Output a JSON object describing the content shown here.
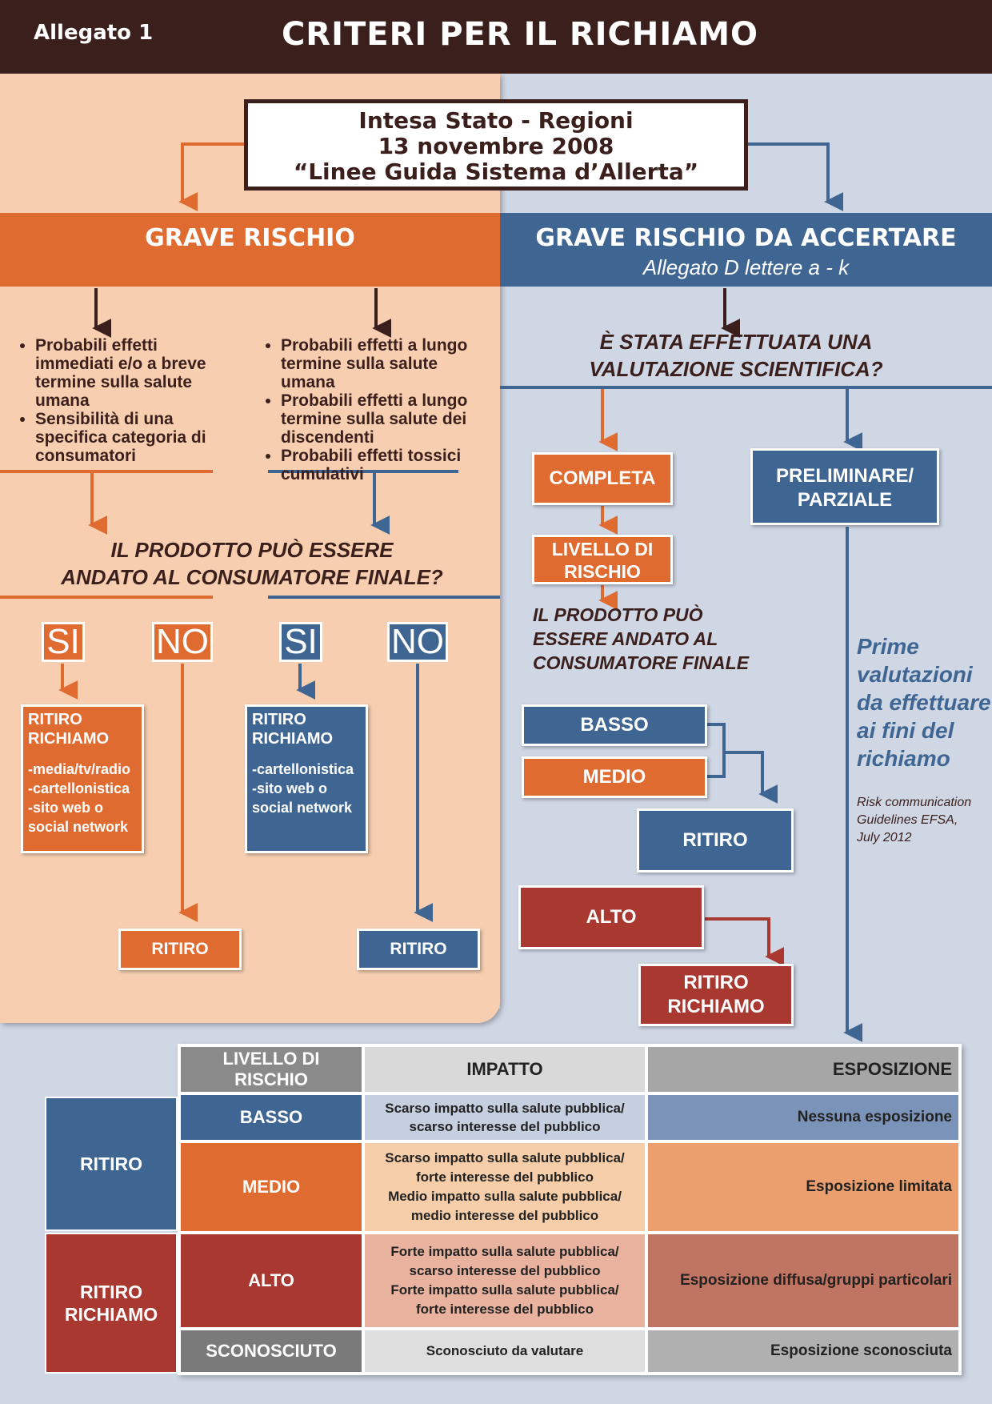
{
  "header": {
    "label": "Allegato 1",
    "title": "CRITERI PER IL RICHIAMO"
  },
  "source_box": {
    "line1": "Intesa Stato - Regioni",
    "line2": "13 novembre 2008",
    "line3": "“Linee Guida Sistema d’Allerta”"
  },
  "left": {
    "band_title": "GRAVE RISCHIO",
    "bullets_a": [
      "Probabili effetti immediati e/o a breve termine sulla salute umana",
      "Sensibilità di una specifica categoria di consumatori"
    ],
    "bullets_b": [
      "Probabili effetti a lungo termine sulla salute umana",
      "Probabili effetti a lungo termine sulla salute dei discendenti",
      "Probabili effetti tossici cumulativi"
    ],
    "question_line1": "IL PRODOTTO PUÒ ESSERE",
    "question_line2": "ANDATO AL CONSUMATORE FINALE?",
    "yes": "SI",
    "no": "NO",
    "box_a": {
      "l1": "RITIRO",
      "l2": "RICHIAMO",
      "items": [
        "-media/tv/radio",
        "-cartellonistica",
        "-sito web o",
        "social network"
      ]
    },
    "box_b": {
      "l1": "RITIRO",
      "l2": "RICHIAMO",
      "items": [
        "-cartellonistica",
        "-sito web o",
        "social network"
      ]
    },
    "ritiro": "RITIRO"
  },
  "right": {
    "band_title": "GRAVE RISCHIO DA ACCERTARE",
    "band_subtitle": "Allegato D lettere a - k",
    "question_line1": "È STATA EFFETTUATA UNA",
    "question_line2": "VALUTAZIONE SCIENTIFICA?",
    "completa": "COMPLETA",
    "preliminare_l1": "PRELIMINARE/",
    "preliminare_l2": "PARZIALE",
    "livello_l1": "LIVELLO DI",
    "livello_l2": "RISCHIO",
    "prodotto_l1": "IL PRODOTTO PUÒ",
    "prodotto_l2": "ESSERE ANDATO AL",
    "prodotto_l3": "CONSUMATORE FINALE",
    "basso": "BASSO",
    "medio": "MEDIO",
    "alto": "ALTO",
    "ritiro": "RITIRO",
    "ritiro_richiamo_l1": "RITIRO",
    "ritiro_richiamo_l2": "RICHIAMO",
    "prime_lines": [
      "Prime",
      "valutazioni",
      "da effettuare",
      "ai fini del",
      "richiamo"
    ],
    "risk_lines": [
      "Risk communication",
      "Guidelines EFSA,",
      " July 2012"
    ]
  },
  "table": {
    "side_ritiro": "RITIRO",
    "side_rr_l1": "RITIRO",
    "side_rr_l2": "RICHIAMO",
    "head_level_l1": "LIVELLO DI",
    "head_level_l2": "RISCHIO",
    "head_impatto": "IMPATTO",
    "head_esposizione": "ESPOSIZIONE",
    "rows": [
      {
        "level": "BASSO",
        "impatto": [
          "Scarso impatto sulla salute pubblica/",
          "scarso interesse del pubblico"
        ],
        "esposizione": "Nessuna esposizione"
      },
      {
        "level": "MEDIO",
        "impatto": [
          "Scarso impatto sulla salute pubblica/",
          "forte interesse del pubblico",
          "Medio impatto sulla salute pubblica/",
          "medio interesse del pubblico"
        ],
        "esposizione": "Esposizione limitata"
      },
      {
        "level": "ALTO",
        "impatto": [
          "Forte impatto sulla salute pubblica/",
          "scarso interesse del pubblico",
          "Forte impatto sulla salute pubblica/",
          "forte interesse del pubblico"
        ],
        "esposizione": "Esposizione diffusa/gruppi particolari"
      },
      {
        "level": "SCONOSCIUTO",
        "impatto": [
          "Sconosciuto da valutare"
        ],
        "esposizione": "Esposizione sconosciuta"
      }
    ]
  },
  "colors": {
    "brown": "#3b1f1c",
    "orange": "#e06b30",
    "blue": "#3f6693",
    "red": "#a83830",
    "peach": "#f7cfb0",
    "lightblue": "#cfd6e4"
  }
}
